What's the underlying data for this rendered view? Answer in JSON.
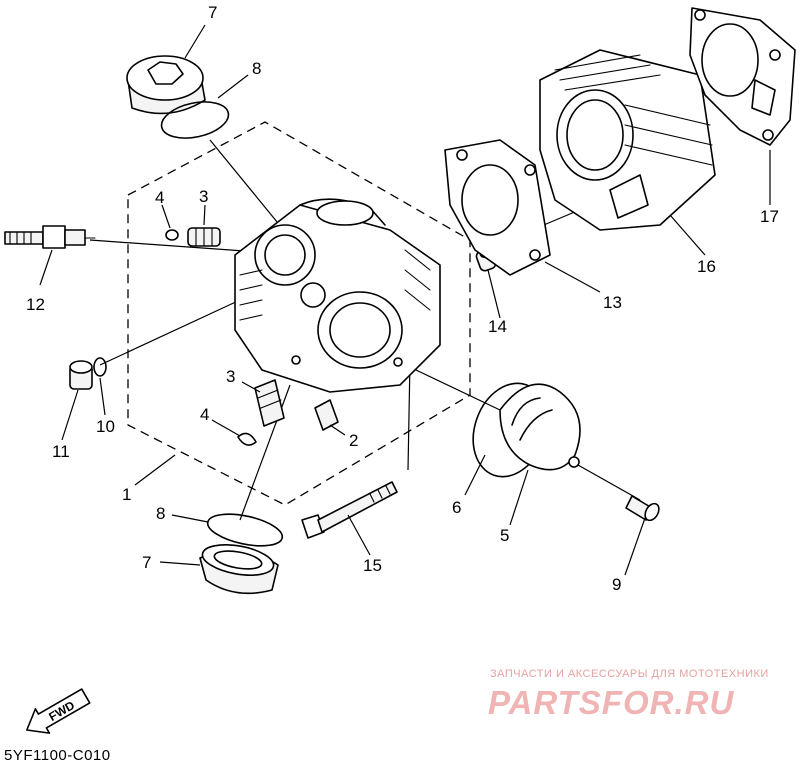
{
  "diagram": {
    "drawing_code": "5YF1100-C010",
    "fwd_label": "FWD",
    "callouts": [
      "7",
      "8",
      "4",
      "3",
      "12",
      "11",
      "10",
      "3",
      "4",
      "2",
      "1",
      "8",
      "7",
      "15",
      "6",
      "5",
      "9",
      "14",
      "13",
      "16",
      "17"
    ]
  },
  "watermark": {
    "line": "ЗАПЧАСТИ И АКСЕССУАРЫ ДЛЯ МОТОТЕХНИКИ",
    "logo": "PARTSFOR.RU",
    "color": "#f0b4b4"
  }
}
